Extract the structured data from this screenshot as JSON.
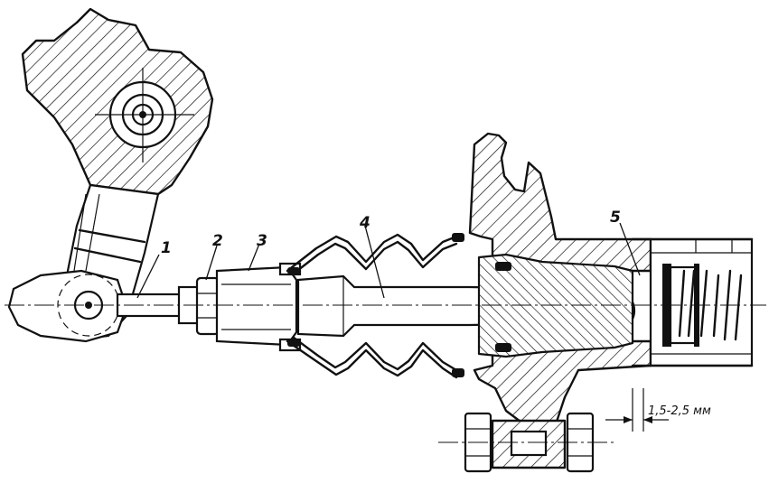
{
  "callouts": {
    "c1": "1",
    "c2": "2",
    "c3": "3",
    "c4": "4",
    "c5": "5"
  },
  "dimension": {
    "gap": "1,5-2,5 мм"
  },
  "colors": {
    "ink": "#111111",
    "paper": "#ffffff"
  }
}
